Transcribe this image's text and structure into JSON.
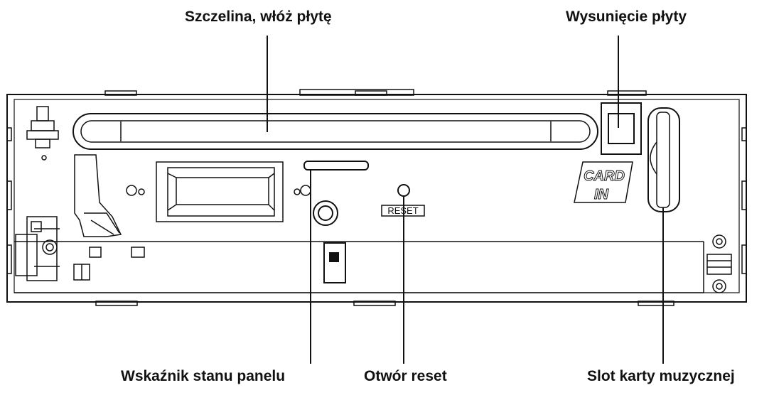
{
  "labels": {
    "disc_slot": "Szczelina, włóż płytę",
    "disc_eject": "Wysunięcie płyty",
    "panel_status": "Wskaźnik stanu panelu",
    "reset_hole": "Otwór reset",
    "card_slot": "Slot karty muzycznej"
  },
  "panel": {
    "reset_marking": "RESET",
    "card_marking_top": "CARD",
    "card_marking_bottom": "IN"
  },
  "colors": {
    "line": "#111111",
    "background": "#ffffff"
  }
}
